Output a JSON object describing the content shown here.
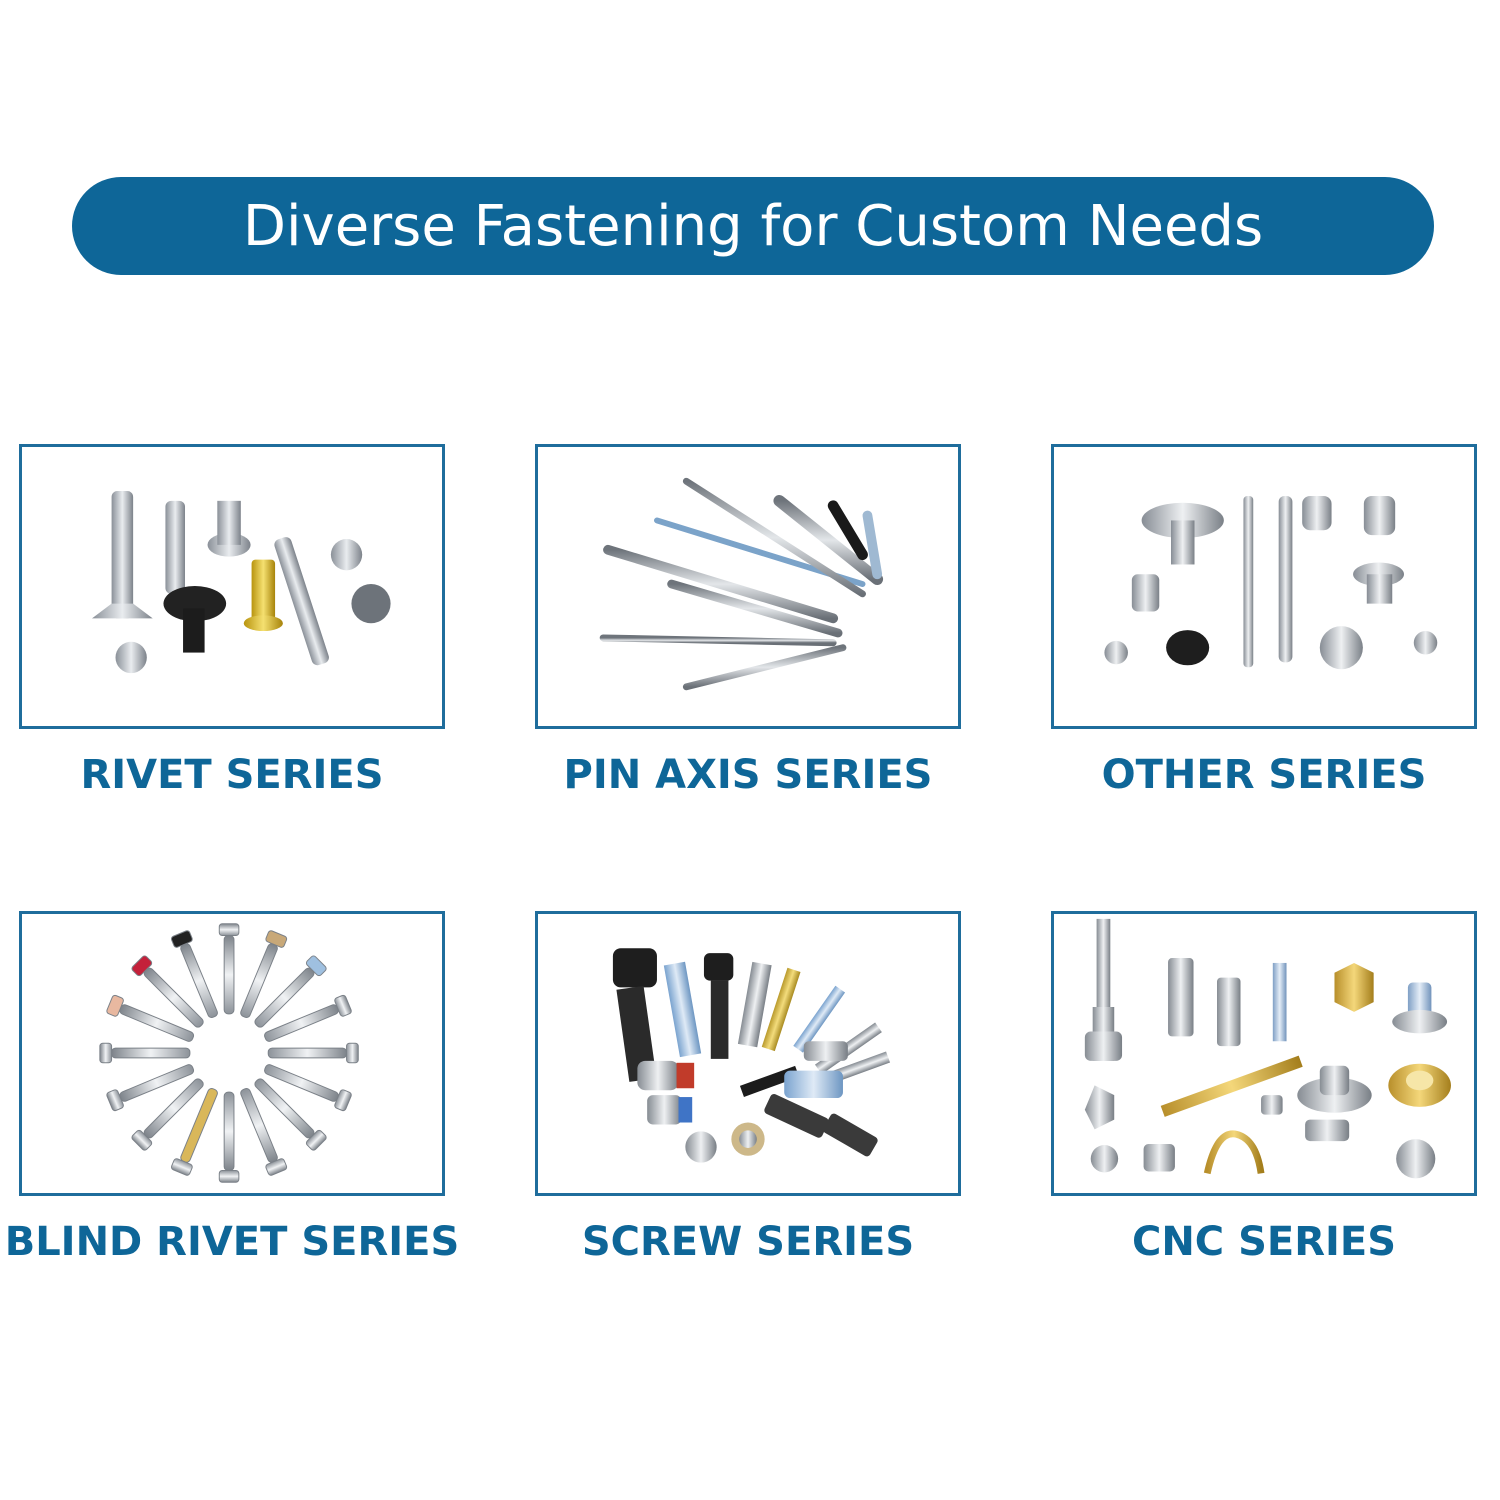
{
  "banner": {
    "title": "Diverse Fastening for Custom Needs"
  },
  "colors": {
    "accent": "#0e6698",
    "frame": "#1f6d9c"
  },
  "categories": [
    {
      "label": "RIVET SERIES",
      "image": "rivets-photo"
    },
    {
      "label": "PIN AXIS SERIES",
      "image": "pins-photo"
    },
    {
      "label": "OTHER SERIES",
      "image": "misc-parts-photo"
    },
    {
      "label": "BLIND RIVET SERIES",
      "image": "blind-rivets-photo"
    },
    {
      "label": "SCREW SERIES",
      "image": "screws-photo"
    },
    {
      "label": "CNC SERIES",
      "image": "cnc-parts-photo"
    }
  ]
}
